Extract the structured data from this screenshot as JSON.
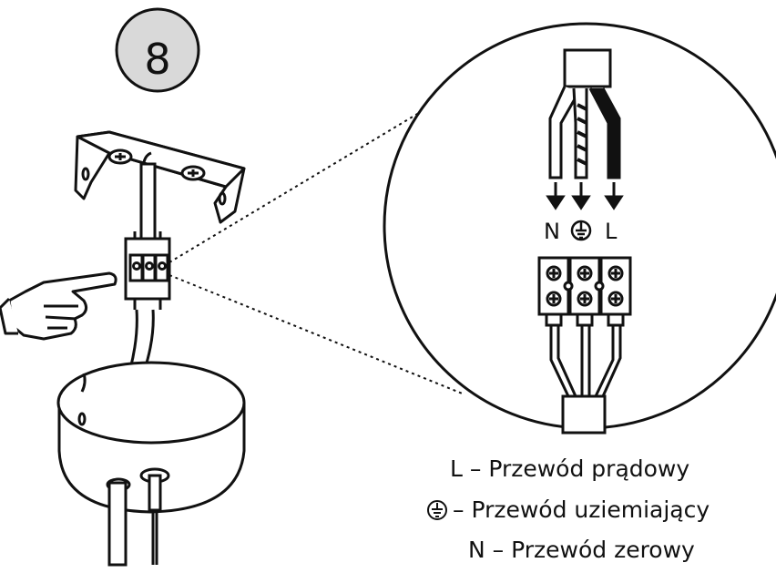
{
  "step": {
    "number": "8"
  },
  "connector": {
    "n": "N",
    "earth_symbol": "⏚",
    "l": "L"
  },
  "legend": {
    "live": "L – Przewód prądowy",
    "earth": "– Przewód uziemiający",
    "neutral": "N – Przewód zerowy"
  }
}
